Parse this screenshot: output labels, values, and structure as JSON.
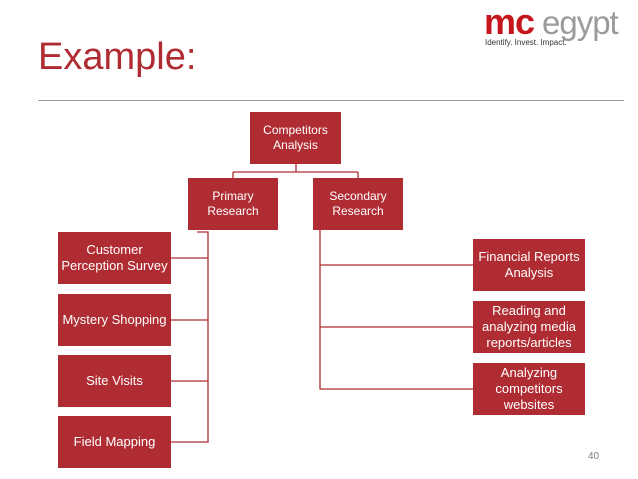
{
  "slide": {
    "title": "Example:",
    "page_number": "40"
  },
  "logo": {
    "mark": "mc",
    "word": "egypt",
    "tagline": "Identify. Invest. Impact."
  },
  "colors": {
    "accent": "#b02c33",
    "connector": "#b02c33",
    "rule": "#9a9a9a"
  },
  "diagram": {
    "root": "Competitors\nAnalysis",
    "primary": {
      "label": "Primary\nResearch",
      "children": [
        "Customer\nPerception Survey",
        "Mystery Shopping",
        "Site Visits",
        "Field Mapping"
      ]
    },
    "secondary": {
      "label": "Secondary\nResearch",
      "children": [
        "Financial Reports\nAnalysis",
        "Reading and\nanalyzing media\nreports/articles",
        "Analyzing\ncompetitors\nwebsites"
      ]
    }
  }
}
